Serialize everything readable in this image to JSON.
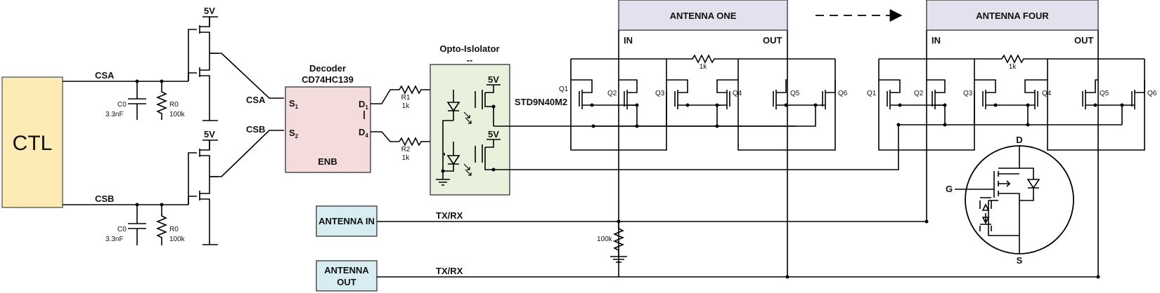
{
  "ctl": {
    "label": "CTL",
    "fill": "#fdebb5"
  },
  "signals": {
    "csa": "CSA",
    "csb": "CSB",
    "txrx": "TX/RX",
    "five_v": "5V"
  },
  "rc": {
    "cap_name": "C0",
    "cap_value": "3.3nF",
    "res_name": "R0",
    "res_value": "100k"
  },
  "decoder": {
    "title": "Decoder",
    "part": "CD74HC139",
    "enb": "ENB",
    "s1": "S",
    "s1_sub": "1",
    "s2": "S",
    "s2_sub": "2",
    "d1": "D",
    "d1_sub": "1",
    "d4": "D",
    "d4_sub": "4",
    "fill": "#f5dcdc"
  },
  "resistors": {
    "r1": "R1",
    "r1_value": "1k",
    "r2": "R2",
    "r2_value": "1k",
    "bridge_value": "1k",
    "pulldown": "100k"
  },
  "opto": {
    "title": "Opto-Islolator",
    "subtitle": "--",
    "fill": "#e8f1dc"
  },
  "mosfet_part": "STD9N40M2",
  "antenna_one": {
    "title": "ANTENNA ONE",
    "in": "IN",
    "out": "OUT"
  },
  "antenna_four": {
    "title": "ANTENNA FOUR",
    "in": "IN",
    "out": "OUT"
  },
  "antenna_box_fill": "#e4e0ee",
  "q_labels": [
    "Q1",
    "Q2",
    "Q3",
    "Q4",
    "Q5",
    "Q6"
  ],
  "ports": {
    "antenna_in": "ANTENNA IN",
    "antenna_out_line1": "ANTENNA",
    "antenna_out_line2": "OUT",
    "fill": "#d8edf2"
  },
  "mosfet_symbol": {
    "g": "G",
    "d": "D",
    "s": "S"
  }
}
